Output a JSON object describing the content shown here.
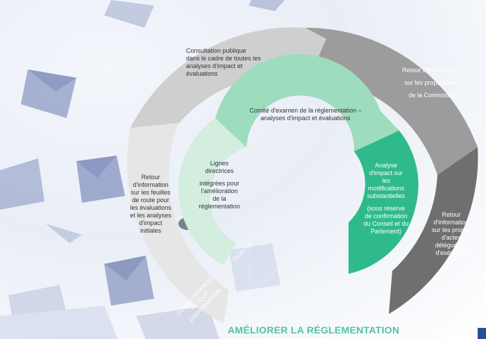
{
  "title": "AMÉLIORER LA RÉGLEMENTATION",
  "outer_ring": {
    "consultation_publique": [
      "Consultation publique",
      "dans le cadre de toutes les",
      "analyses d'impact et",
      "évaluations"
    ],
    "retour_propositions": [
      "Retour d'information",
      "sur les propositions",
      "de la Commission"
    ],
    "retour_feuilles": [
      "Retour",
      "d'information",
      "sur les feuilles",
      "de route pour",
      "les évaluations",
      "et les analyses",
      "d'impact",
      "initiales"
    ],
    "retour_actes": [
      "Retour",
      "d'information",
      "sur les projets",
      "d'actes",
      "délégués et",
      "d'exécution",
      ""
    ]
  },
  "inner_ring": {
    "comite": [
      "Comité d'examen de la réglementation –",
      "analyses d'impact et évaluations"
    ],
    "lignes": [
      "Lignes",
      "directrices",
      "intégrées pour",
      "l'amélioration",
      "de la",
      "réglementation"
    ],
    "analyse": [
      "Analyse",
      "d'impact sur",
      "les",
      "modifications",
      "substantielles",
      "(sous réserve",
      "de confirmation",
      "du Conseil et du",
      "Parlement)"
    ]
  },
  "labels": {
    "qualite": "QUALITÉ",
    "consultation_retour": [
      "CONSULTATION ET",
      "RETOUR",
      "D'INFORMATION"
    ]
  },
  "colors": {
    "outer_pale": "#e6e6e6",
    "outer_light": "#cfcfcf",
    "outer_medium": "#9c9c9c",
    "outer_dark": "#6f6f6f",
    "inner_pale": "#d3eddf",
    "inner_light": "#9edcbe",
    "inner_teal": "#2fba8c",
    "title": "#55c2a5"
  }
}
